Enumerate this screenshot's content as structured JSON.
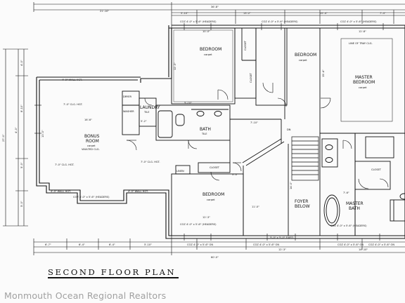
{
  "title": "SECOND FLOOR PLAN",
  "watermark": "Monmouth Ocean Regional Realtors",
  "rooms": {
    "bedroom_top": {
      "name": "BEDROOM",
      "finish": "carpet"
    },
    "bedroom_top_right": {
      "name": "BEDROOM",
      "finish": "carpet"
    },
    "master_bedroom": {
      "name_line1": "MASTER",
      "name_line2": "BEDROOM",
      "finish": "carpet",
      "ceiling_note": "LINE OF TRAY CLG."
    },
    "bonus_room": {
      "name_line1": "BONUS",
      "name_line2": "ROOM",
      "finish": "carpet",
      "ceiling_note": "VAULTED CLG."
    },
    "laundry": {
      "name": "LAUNDRY",
      "finish": "TILE"
    },
    "dryer": "DRYER",
    "washer": "WASHER",
    "bath": {
      "name": "BATH",
      "finish": "TILE"
    },
    "closet_top": "CLOSET",
    "closet_top2": "CLOSET",
    "closet_mid": "CLOSET",
    "closet_right": "CLOSET",
    "linen": "LINEN",
    "bedroom_bottom": {
      "name": "BEDROOM",
      "finish": "carpet"
    },
    "foyer": {
      "name_line1": "FOYER",
      "name_line2": "BELOW"
    },
    "master_bath": {
      "name_line1": "MASTER",
      "name_line2": "BATH"
    },
    "stair_dn": "DN"
  },
  "notes": {
    "wall_ht_1": "4'-0\" WALL HGT.",
    "wall_ht_2": "4'-0\" WALL HGT.",
    "wall_ht_3": "4'-0\" WALL HGT.",
    "clg_ht_1": "7'-0\" CLG. HGT.",
    "clg_ht_2": "7'-0\" CLG. HGT.",
    "clg_ht_3": "7'-0\" CLG. HGT.",
    "header_1": "COZ 4'-0\" x 5'-6\" (HEADERS)",
    "header_2": "COZ 4'-0\" x 5'-6\" (HEADERS)",
    "header_3": "COZ 4'-0\" x 5'-6\" (HEADERS)",
    "header_4": "COZ 4'-0\" x 5'-6\" (HEADERS)",
    "header_5": "COZ 4'-0\" x 5'-6\" (HEADERS)",
    "header_6": "COZ 4'-0\" x 5'-6\" (HEADERS)",
    "header_7": "COZ 4'-0\" x 5'-6\" ON",
    "header_8": "COZ 4'-0\" x 5'-6\" ON",
    "header_9": "COZ 4'-0\" x 5'-6\" ON",
    "header_10": "COZ 4'-0\" x 5'-6\" ON",
    "fixed_note": "5'-0\" x 5'-0\" FIXED"
  },
  "dimensions": {
    "top_overall": "36'-8\"",
    "top_left": "21'-10\"",
    "top_seg_1": "5'-10\"",
    "top_seg_2": "13'-2\"",
    "top_seg_3": "15'-4\"",
    "top_seg_4": "7'-4\"",
    "left_overall": "27'-0\"",
    "left_seg_1": "4'-0\"",
    "left_seg_2": "8'-10\"",
    "left_seg_3": "5'-0\"",
    "left_seg_4": "5'-0\"",
    "left_seg_5": "4'-0\"",
    "bottom_overall": "60'-0\"",
    "bottom_seg_1": "6'-7\"",
    "bottom_seg_2": "6'-4\"",
    "bottom_seg_3": "6'-4\"",
    "bottom_seg_4": "5'-10\"",
    "bottom_seg_5": "12'-3\"",
    "bottom_seg_6": "14'-10\"",
    "bonus_w": "16'-6\"",
    "bonus_d": "13'-0\"",
    "bedroom_top_w": "10'-0\"",
    "bedroom_top_d": "12'-3\"",
    "bedroom_bottom_w": "12'-3\"",
    "master_w": "12'-8\"",
    "master_d": "15'-4\"",
    "hall_1": "7'-10\"",
    "hall_2": "11'-0\"",
    "foyer_d": "14'-0\"",
    "closet_d": "3'-0\"",
    "bath_w": "5'-10\"",
    "laundry_w": "5'-2\"",
    "mbath_w": "7'-6\""
  },
  "colors": {
    "line": "#111111",
    "background": "#fbfbfb",
    "watermark": "#878787"
  }
}
